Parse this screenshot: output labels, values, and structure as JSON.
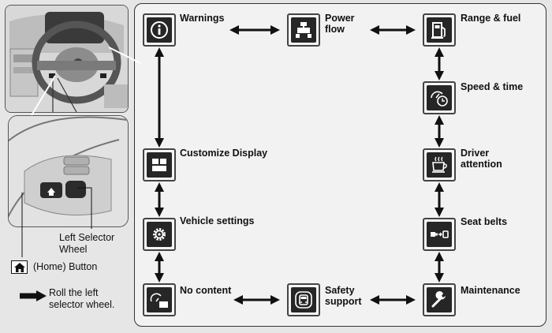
{
  "diagram": {
    "nodes": [
      {
        "id": "warnings",
        "label": "Warnings",
        "icon": "info-icon"
      },
      {
        "id": "power_flow",
        "label": "Power\nflow",
        "icon": "power-flow-icon"
      },
      {
        "id": "range_fuel",
        "label": "Range & fuel",
        "icon": "fuel-pump-icon"
      },
      {
        "id": "speed_time",
        "label": "Speed & time",
        "icon": "speedometer-clock-icon"
      },
      {
        "id": "driver_attention",
        "label": "Driver\nattention",
        "icon": "coffee-cup-icon"
      },
      {
        "id": "seat_belts",
        "label": "Seat belts",
        "icon": "seat-belt-icon"
      },
      {
        "id": "maintenance",
        "label": "Maintenance",
        "icon": "wrench-icon"
      },
      {
        "id": "safety_support",
        "label": "Safety\nsupport",
        "icon": "safety-support-icon"
      },
      {
        "id": "no_content",
        "label": "No content",
        "icon": "gauge-blank-icon"
      },
      {
        "id": "vehicle_settings",
        "label": "Vehicle settings",
        "icon": "gear-icon"
      },
      {
        "id": "customize_display",
        "label": "Customize Display",
        "icon": "display-layout-icon"
      }
    ],
    "edges": [
      [
        "warnings",
        "power_flow"
      ],
      [
        "power_flow",
        "range_fuel"
      ],
      [
        "range_fuel",
        "speed_time"
      ],
      [
        "speed_time",
        "driver_attention"
      ],
      [
        "driver_attention",
        "seat_belts"
      ],
      [
        "seat_belts",
        "maintenance"
      ],
      [
        "maintenance",
        "safety_support"
      ],
      [
        "safety_support",
        "no_content"
      ],
      [
        "no_content",
        "vehicle_settings"
      ],
      [
        "vehicle_settings",
        "customize_display"
      ],
      [
        "customize_display",
        "warnings"
      ]
    ]
  },
  "callouts": {
    "left_selector_wheel": "Left Selector\nWheel",
    "home_button": "(Home) Button",
    "roll_instruction": "Roll the left\nselector wheel."
  },
  "colors": {
    "tile_fill": "#262626",
    "arrow": "#111111",
    "panel_border": "#333333"
  }
}
